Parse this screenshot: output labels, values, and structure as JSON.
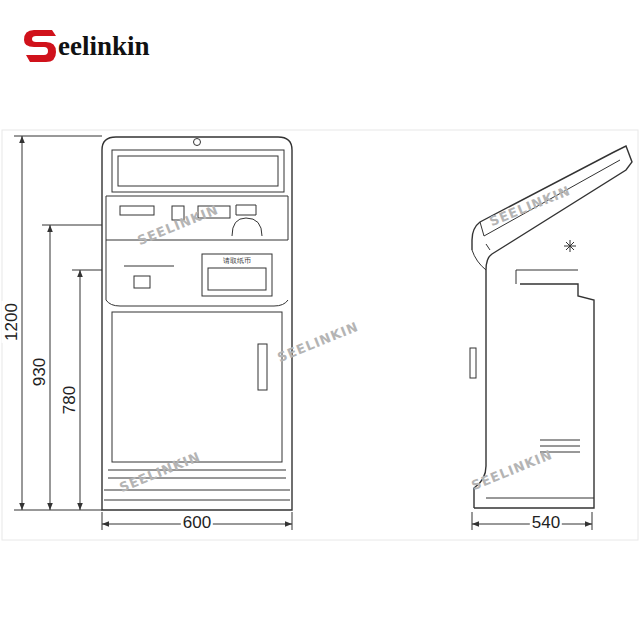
{
  "diagram": {
    "labels": [
      "eelinkin",
      "1200",
      "930",
      "780",
      "600",
      "540",
      "请取纸币",
      "SEELINKIN",
      "SEELINKIN",
      "SEELINKIN",
      "SEELINKIN",
      "SEELINKIN"
    ]
  }
}
